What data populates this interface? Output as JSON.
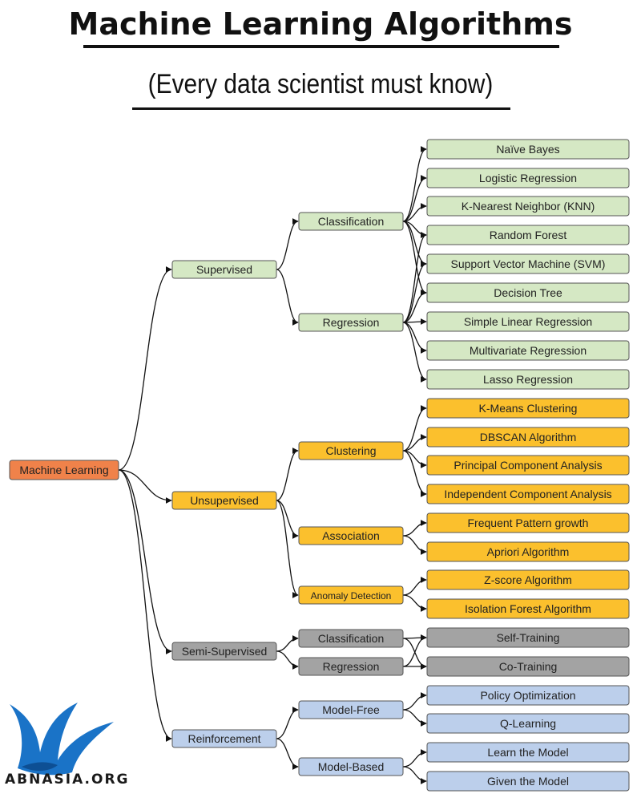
{
  "header": {
    "title": "Machine Learning Algorithms",
    "subtitle": "(Every data scientist must know)"
  },
  "watermark": {
    "text": "ABNASIA.ORG",
    "icon": "phoenix-bird-logo"
  },
  "colors": {
    "root": "#f0824a",
    "supervised": "#d5e8c4",
    "unsupervised": "#fbc02d",
    "semi_supervised": "#a3a3a3",
    "reinforcement": "#bccfeb",
    "edge": "#111111"
  },
  "tree": {
    "label": "Machine Learning",
    "children": [
      {
        "label": "Supervised",
        "group": "supervised",
        "children": [
          {
            "label": "Classification",
            "children": [
              {
                "label": "Naïve Bayes"
              },
              {
                "label": "Logistic Regression"
              },
              {
                "label": "K-Nearest Neighbor (KNN)"
              },
              {
                "label": "Random Forest"
              },
              {
                "label": "Support Vector Machine (SVM)"
              },
              {
                "label": "Decision Tree"
              }
            ]
          },
          {
            "label": "Regression",
            "children": [
              {
                "label": "Random Forest"
              },
              {
                "label": "Support Vector Machine (SVM)"
              },
              {
                "label": "Decision Tree"
              },
              {
                "label": "Simple Linear Regression"
              },
              {
                "label": "Multivariate Regression"
              },
              {
                "label": "Lasso Regression"
              }
            ]
          }
        ]
      },
      {
        "label": "Unsupervised",
        "group": "unsupervised",
        "children": [
          {
            "label": "Clustering",
            "children": [
              {
                "label": "K-Means Clustering"
              },
              {
                "label": "DBSCAN Algorithm"
              },
              {
                "label": "Principal Component Analysis"
              },
              {
                "label": "Independent Component Analysis"
              }
            ]
          },
          {
            "label": "Association",
            "children": [
              {
                "label": "Frequent Pattern growth"
              },
              {
                "label": "Apriori Algorithm"
              }
            ]
          },
          {
            "label": "Anomaly Detection",
            "children": [
              {
                "label": "Z-score Algorithm"
              },
              {
                "label": "Isolation Forest Algorithm"
              }
            ]
          }
        ]
      },
      {
        "label": "Semi-Supervised",
        "group": "semi_supervised",
        "children": [
          {
            "label": "Classification",
            "children": [
              {
                "label": "Self-Training"
              },
              {
                "label": "Co-Training"
              }
            ]
          },
          {
            "label": "Regression",
            "children": [
              {
                "label": "Self-Training"
              },
              {
                "label": "Co-Training"
              }
            ]
          }
        ]
      },
      {
        "label": "Reinforcement",
        "group": "reinforcement",
        "children": [
          {
            "label": "Model-Free",
            "children": [
              {
                "label": "Policy Optimization"
              },
              {
                "label": "Q-Learning"
              }
            ]
          },
          {
            "label": "Model-Based",
            "children": [
              {
                "label": "Learn the Model"
              },
              {
                "label": "Given the Model"
              }
            ]
          }
        ]
      }
    ]
  }
}
